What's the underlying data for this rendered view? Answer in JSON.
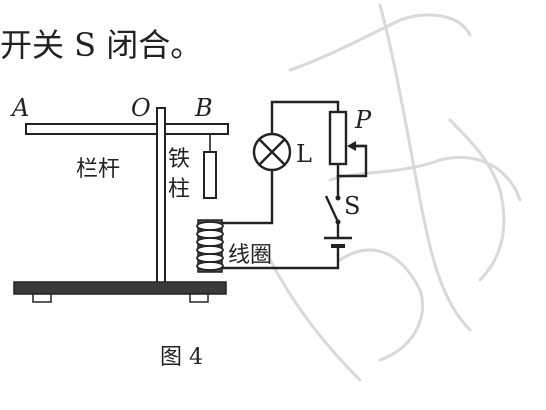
{
  "header_text": "开关 S 闭合。",
  "labels": {
    "point_a": "A",
    "point_o": "O",
    "point_b": "B",
    "lever": "栏杆",
    "iron_column_1": "铁",
    "iron_column_2": "柱",
    "lamp": "L",
    "slider": "P",
    "switch": "S",
    "coil": "线圈"
  },
  "caption": "图 4"
}
